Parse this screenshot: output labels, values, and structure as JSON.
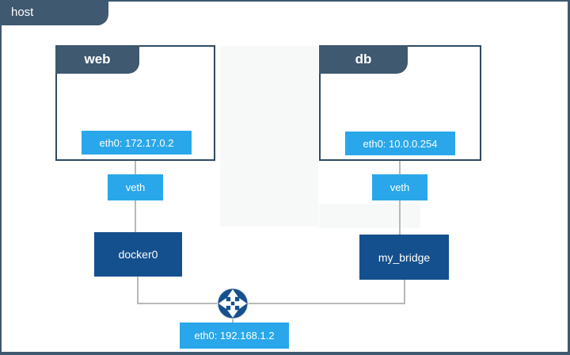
{
  "host": {
    "label": "host",
    "interface_label": "eth0: 192.168.1.2"
  },
  "containers": [
    {
      "name": "web",
      "interface_label": "eth0: 172.17.0.2",
      "veth_label": "veth",
      "bridge_label": "docker0"
    },
    {
      "name": "db",
      "interface_label": "eth0: 10.0.0.254",
      "veth_label": "veth",
      "bridge_label": "my_bridge"
    }
  ],
  "icons": {
    "router": "crossed-arrows-router-icon"
  },
  "colors": {
    "slate": "#3E5970",
    "box_border": "#2F4A62",
    "navy": "#15508E",
    "bright_blue": "#29A7EA",
    "line_gray": "#b8b8b8",
    "panel_gray": "#f7f8f8"
  }
}
